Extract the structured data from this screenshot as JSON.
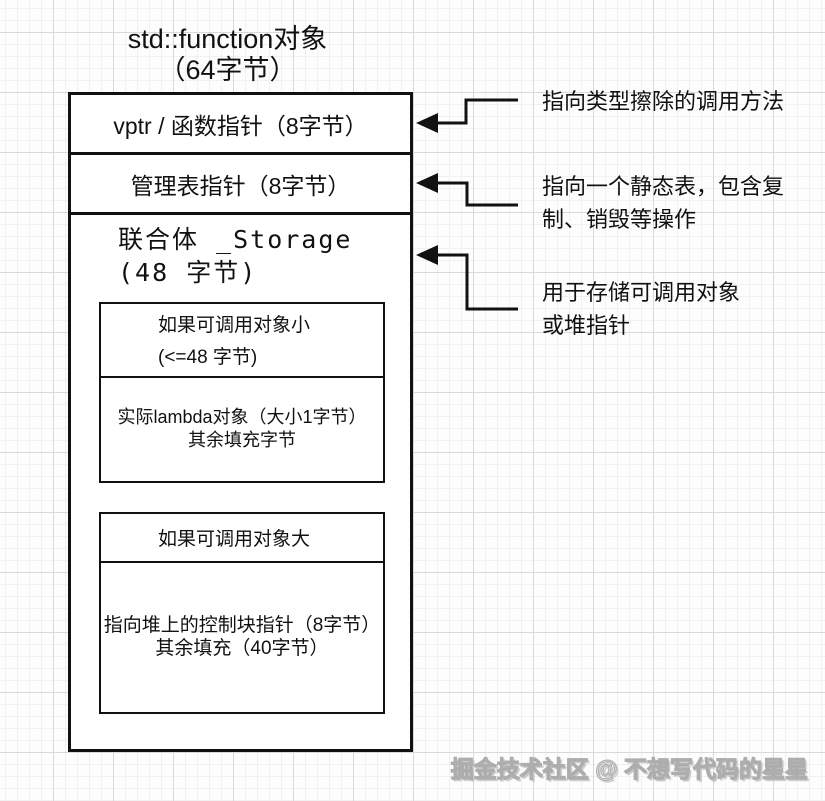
{
  "title": {
    "line1": "std::function对象",
    "line2": "（64字节）"
  },
  "struct": {
    "row_vptr": "vptr / 函数指针（8字节）",
    "row_mgmt": "管理表指针（8字节）",
    "storage": {
      "title_line1": "联合体 _Storage",
      "title_line2": "(48 字节)",
      "small_case": {
        "header_line1": "如果可调用对象小",
        "header_line2": "(<=48 字节)",
        "body_line1": "实际lambda对象（大小1字节）",
        "body_line2": "其余填充字节"
      },
      "large_case": {
        "header": "如果可调用对象大",
        "body_line1": "指向堆上的控制块指针（8字节）",
        "body_line2": "其余填充（40字节）"
      }
    }
  },
  "annotations": {
    "call_method": {
      "line1": "指向类型擦除的调用方法"
    },
    "static_table": {
      "line1": "指向一个静态表，包含复",
      "line2": "制、销毁等操作"
    },
    "storage_use": {
      "line1": "用于存储可调用对象",
      "line2": "或堆指针"
    }
  },
  "watermark": "掘金技术社区 @ 不想写代码的星星",
  "colors": {
    "line": "#111111",
    "background": "#fdfdfd",
    "grid_major": "#d9d9d9",
    "grid_minor": "#f1f1f1",
    "watermark": "#c9c9c9"
  }
}
